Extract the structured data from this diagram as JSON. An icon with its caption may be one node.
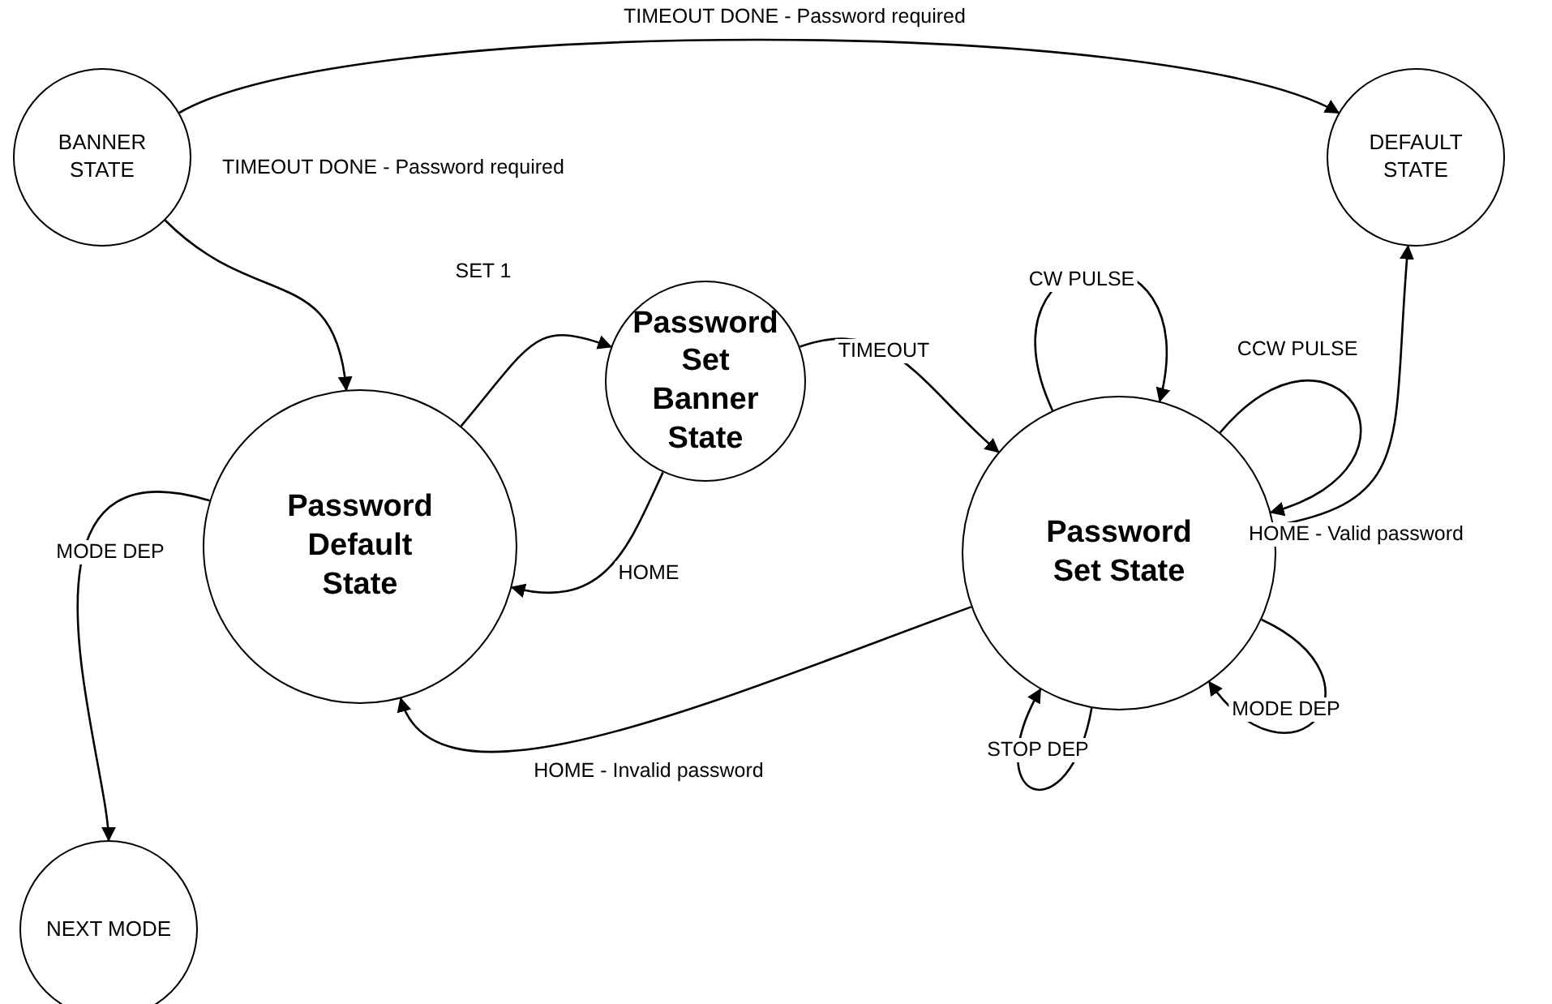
{
  "diagram": {
    "nodes": [
      {
        "text": [
          "BANNER STATE"
        ]
      },
      {
        "text": [
          "DEFAULT STATE"
        ]
      },
      {
        "text": [
          "Password Default State"
        ]
      },
      {
        "text": [
          "Password Set Banner State"
        ]
      },
      {
        "text": [
          "Password Set State"
        ]
      },
      {
        "text": [
          "NEXT MODE"
        ]
      }
    ],
    "edges": [
      {
        "from": 0,
        "to": 1,
        "arrow": "to",
        "label": "TIMEOUT DONE - Password required"
      },
      {
        "from": 0,
        "to": 2,
        "arrow": "to",
        "label": "TIMEOUT DONE - Password required"
      },
      {
        "from": 2,
        "to": 3,
        "arrow": "to",
        "label": "SET 1"
      },
      {
        "from": 3,
        "to": 2,
        "arrow": "to",
        "label": "HOME"
      },
      {
        "from": 3,
        "to": 4,
        "arrow": "to",
        "label": "TIMEOUT"
      },
      {
        "from": 4,
        "to": 4,
        "arrow": "to",
        "label": "CW PULSE"
      },
      {
        "from": 4,
        "to": 4,
        "arrow": "to",
        "label": "CCW PULSE"
      },
      {
        "from": 4,
        "to": 1,
        "arrow": "to",
        "label": "HOME - Valid password"
      },
      {
        "from": 4,
        "to": 4,
        "arrow": "to",
        "label": "MODE DEP"
      },
      {
        "from": 4,
        "to": 4,
        "arrow": "to",
        "label": "STOP DEP"
      },
      {
        "from": 4,
        "to": 2,
        "arrow": "to",
        "label": "HOME - Invalid password"
      },
      {
        "from": 2,
        "to": 5,
        "arrow": "to",
        "label": "MODE DEP"
      }
    ]
  }
}
